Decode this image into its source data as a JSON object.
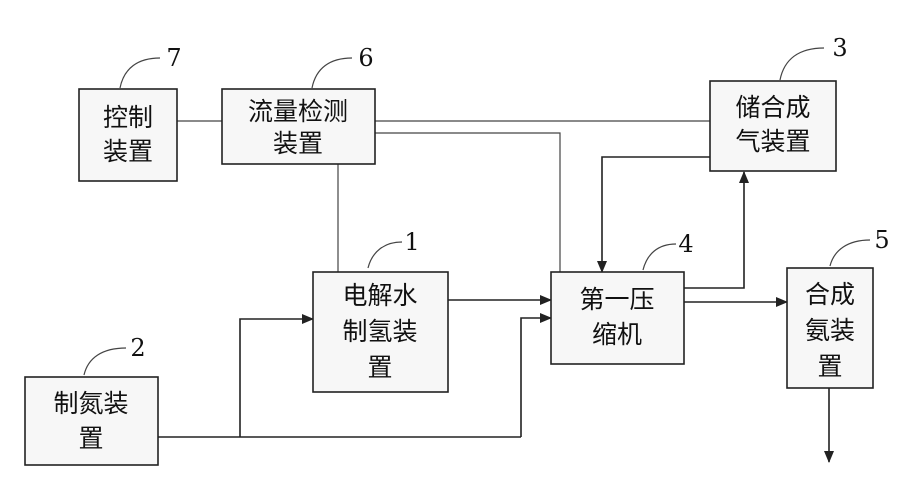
{
  "boxes": {
    "b1": {
      "line1": "电解水",
      "line2": "制氢装",
      "line3": "置",
      "num": "1"
    },
    "b2": {
      "line1": "制氮装",
      "line2": "置",
      "num": "2"
    },
    "b3": {
      "line1": "储合成",
      "line2": "气装置",
      "num": "3"
    },
    "b4": {
      "line1": "第一压",
      "line2": "缩机",
      "num": "4"
    },
    "b5": {
      "line1": "合成",
      "line2": "氨装",
      "line3": "置",
      "num": "5"
    },
    "b6": {
      "line1": "流量检测",
      "line2": "装置",
      "num": "6"
    },
    "b7": {
      "line1": "控制",
      "line2": "装置",
      "num": "7"
    }
  }
}
